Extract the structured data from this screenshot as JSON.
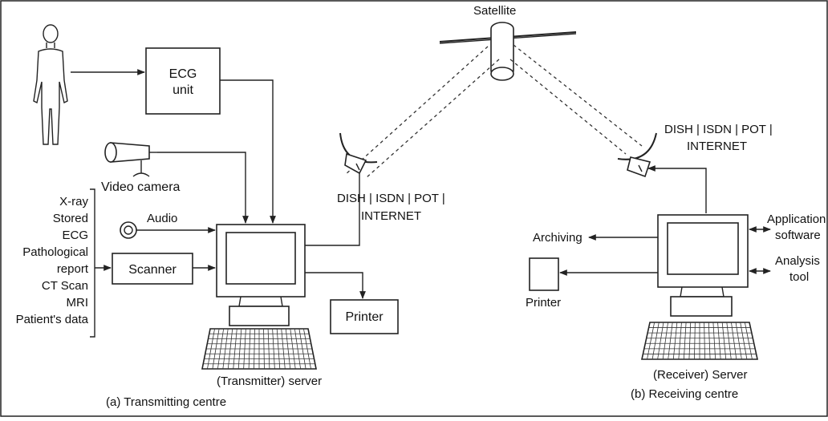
{
  "satellite_label": "Satellite",
  "ecg_unit": [
    "ECG",
    "unit"
  ],
  "video_camera": "Video camera",
  "audio": "Audio",
  "scanner": "Scanner",
  "printer_tx": "Printer",
  "printer_rx": "Printer",
  "input_list": [
    "X-ray",
    "Stored",
    "ECG",
    "Pathological",
    "report",
    "CT Scan",
    "MRI",
    "Patient's data"
  ],
  "dish_tx": [
    "DISH | ISDN | POT |",
    "INTERNET"
  ],
  "dish_rx": [
    "DISH | ISDN | POT |",
    "INTERNET"
  ],
  "archiving": "Archiving",
  "application_software": [
    "Application",
    "software"
  ],
  "analysis_tool": [
    "Analysis",
    "tool"
  ],
  "transmitter_server": "(Transmitter) server",
  "receiver_server": "(Receiver) Server",
  "caption_tx": "(a) Transmitting centre",
  "caption_rx": "(b) Receiving centre"
}
